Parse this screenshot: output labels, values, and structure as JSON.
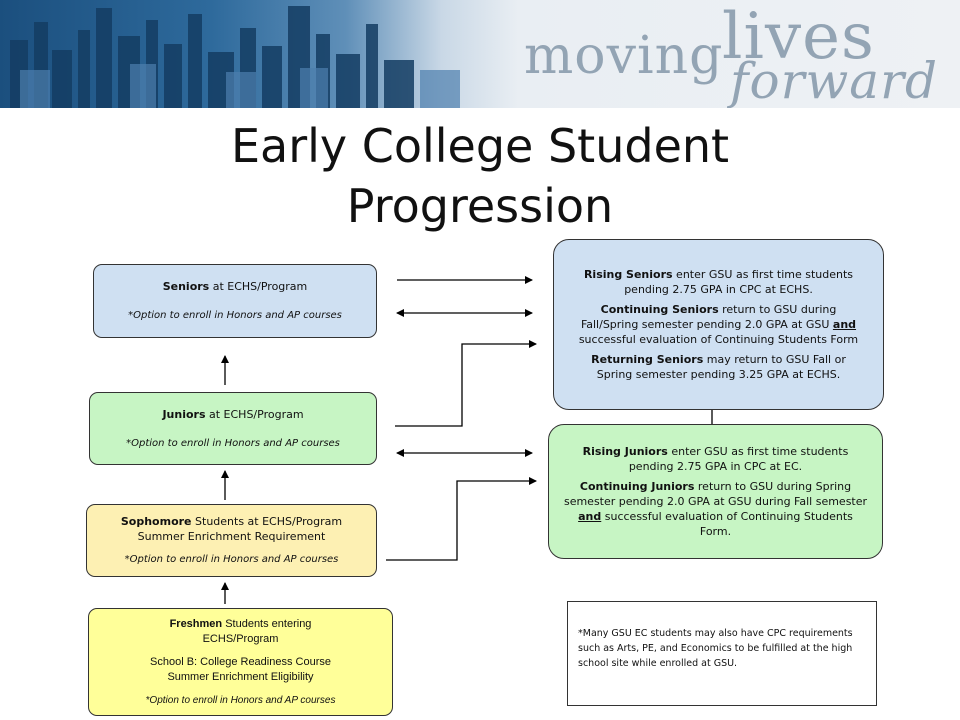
{
  "banner": {
    "brand_moving": "moving",
    "brand_lives": "lives",
    "brand_forward": "forward",
    "colors": {
      "banner_dark": "#1b4f7e",
      "brand_text": "#93a4b4"
    }
  },
  "title": "Early College Student Progression",
  "left_boxes": {
    "seniors": {
      "bold": "Seniors",
      "rest": " at ECHS/Program",
      "note": "*Option to enroll in Honors and AP courses"
    },
    "juniors": {
      "bold": "Juniors",
      "rest": " at ECHS/Program",
      "note": "*Option to enroll in Honors and AP courses"
    },
    "sophomore": {
      "bold": "Sophomore",
      "rest": " Students at ECHS/Program",
      "line2": "Summer Enrichment Requirement",
      "note": "*Option to enroll in Honors and AP courses"
    },
    "freshmen": {
      "bold": "Freshmen",
      "rest": " Students entering",
      "line2": "ECHS/Program",
      "line3": "School B: College Readiness Course",
      "line4": "Summer Enrichment Eligibility",
      "note": "*Option to enroll in Honors and AP courses"
    }
  },
  "rising_seniors": {
    "p1_bold": "Rising Seniors",
    "p1_rest": " enter GSU as first time students pending 2.75 GPA in CPC at ECHS.",
    "p2_bold": "Continuing Seniors",
    "p2_rest": " return to GSU during Fall/Spring semester pending 2.0 GPA at GSU ",
    "p2_and": "and ",
    "p2_tail": " successful evaluation of Continuing Students Form",
    "p3_bold": "Returning Seniors",
    "p3_rest": " may return to GSU Fall or Spring semester pending 3.25 GPA at ECHS."
  },
  "rising_juniors": {
    "p1_bold": "Rising Juniors",
    "p1_rest": " enter GSU as first time students pending 2.75 GPA in CPC at EC.",
    "p2_bold": "Continuing Juniors",
    "p2_rest": " return to GSU during Spring semester pending 2.0 GPA at GSU during Fall semester ",
    "p2_and": "and",
    "p2_tail": " successful evaluation of Continuing Students Form."
  },
  "footnote": "*Many GSU EC students may also have CPC requirements such as Arts, PE, and Economics to be fulfilled at the high school site while enrolled at GSU.",
  "colors": {
    "seniors_fill": "#cfe0f2",
    "juniors_fill": "#c7f5c4",
    "sophomore_fill": "#fdf0b3",
    "freshmen_fill": "#ffff99"
  }
}
